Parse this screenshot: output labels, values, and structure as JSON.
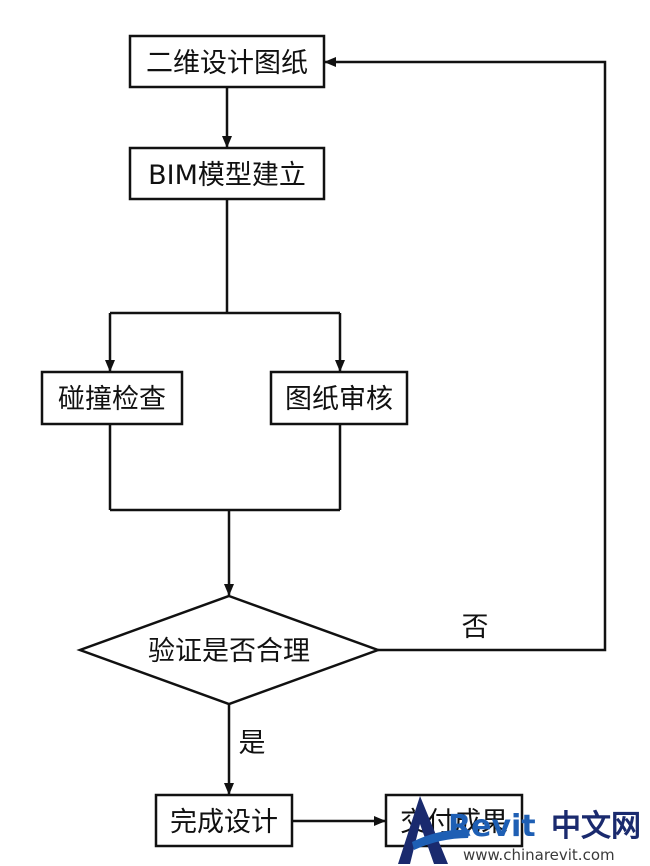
{
  "nodes": {
    "drawings_2d": "二维设计图纸",
    "bim_model": "BIM模型建立",
    "clash_check": "碰撞检查",
    "drawing_review": "图纸审核",
    "decision": "验证是否合理",
    "complete_design": "完成设计",
    "deliver_results": "交付成果"
  },
  "edge_labels": {
    "no": "否",
    "yes": "是"
  },
  "watermark": {
    "brand_main": "Revit",
    "brand_cn": "中文网",
    "url": "www.chinarevit.com"
  },
  "colors": {
    "line": "#111111",
    "watermark_blue": "#1e5fb4",
    "watermark_navy": "#1a2a6e"
  }
}
